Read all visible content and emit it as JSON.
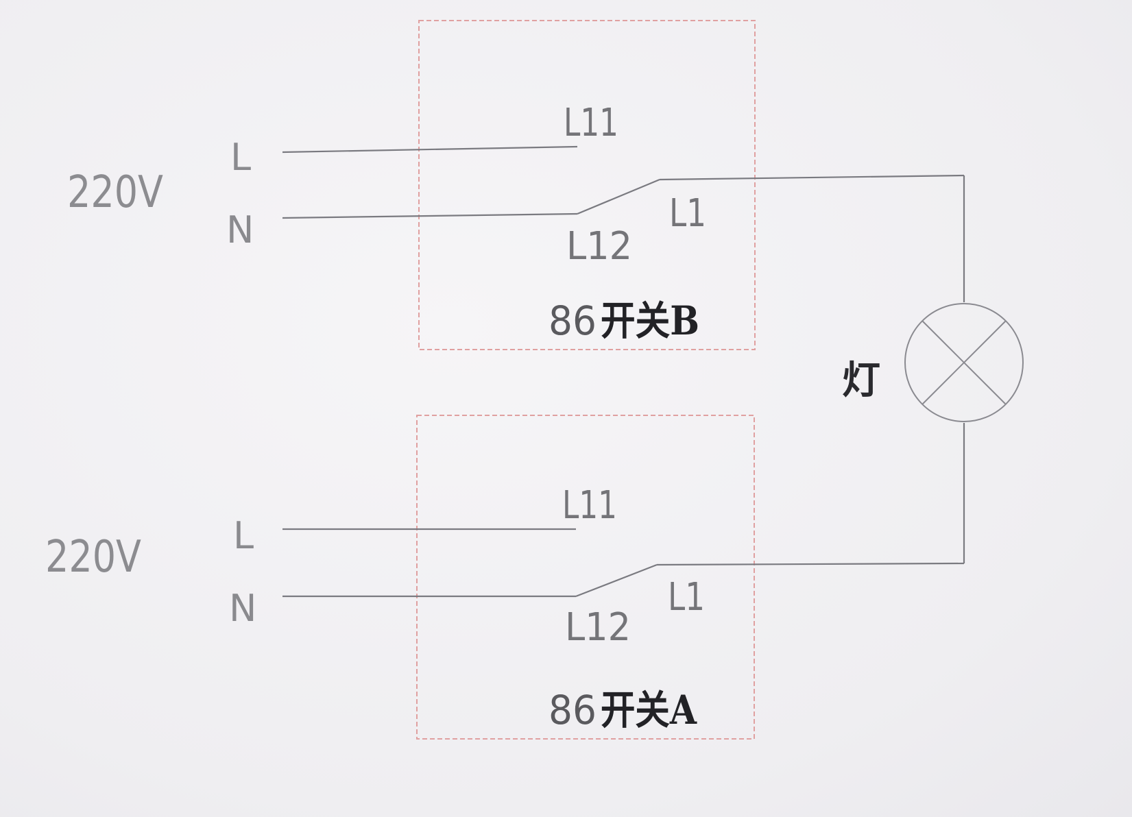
{
  "switch_b": {
    "voltage": "220V",
    "line_label": "L",
    "neutral_label": "N",
    "terminal_l11": "L11",
    "terminal_l12": "L12",
    "terminal_l1": "L1",
    "title_num": "86",
    "title_cjk": "开关B"
  },
  "switch_a": {
    "voltage": "220V",
    "line_label": "L",
    "neutral_label": "N",
    "terminal_l11": "L11",
    "terminal_l12": "L12",
    "terminal_l1": "L1",
    "title_num": "86",
    "title_cjk": "开关A"
  },
  "lamp": {
    "label": "灯"
  }
}
